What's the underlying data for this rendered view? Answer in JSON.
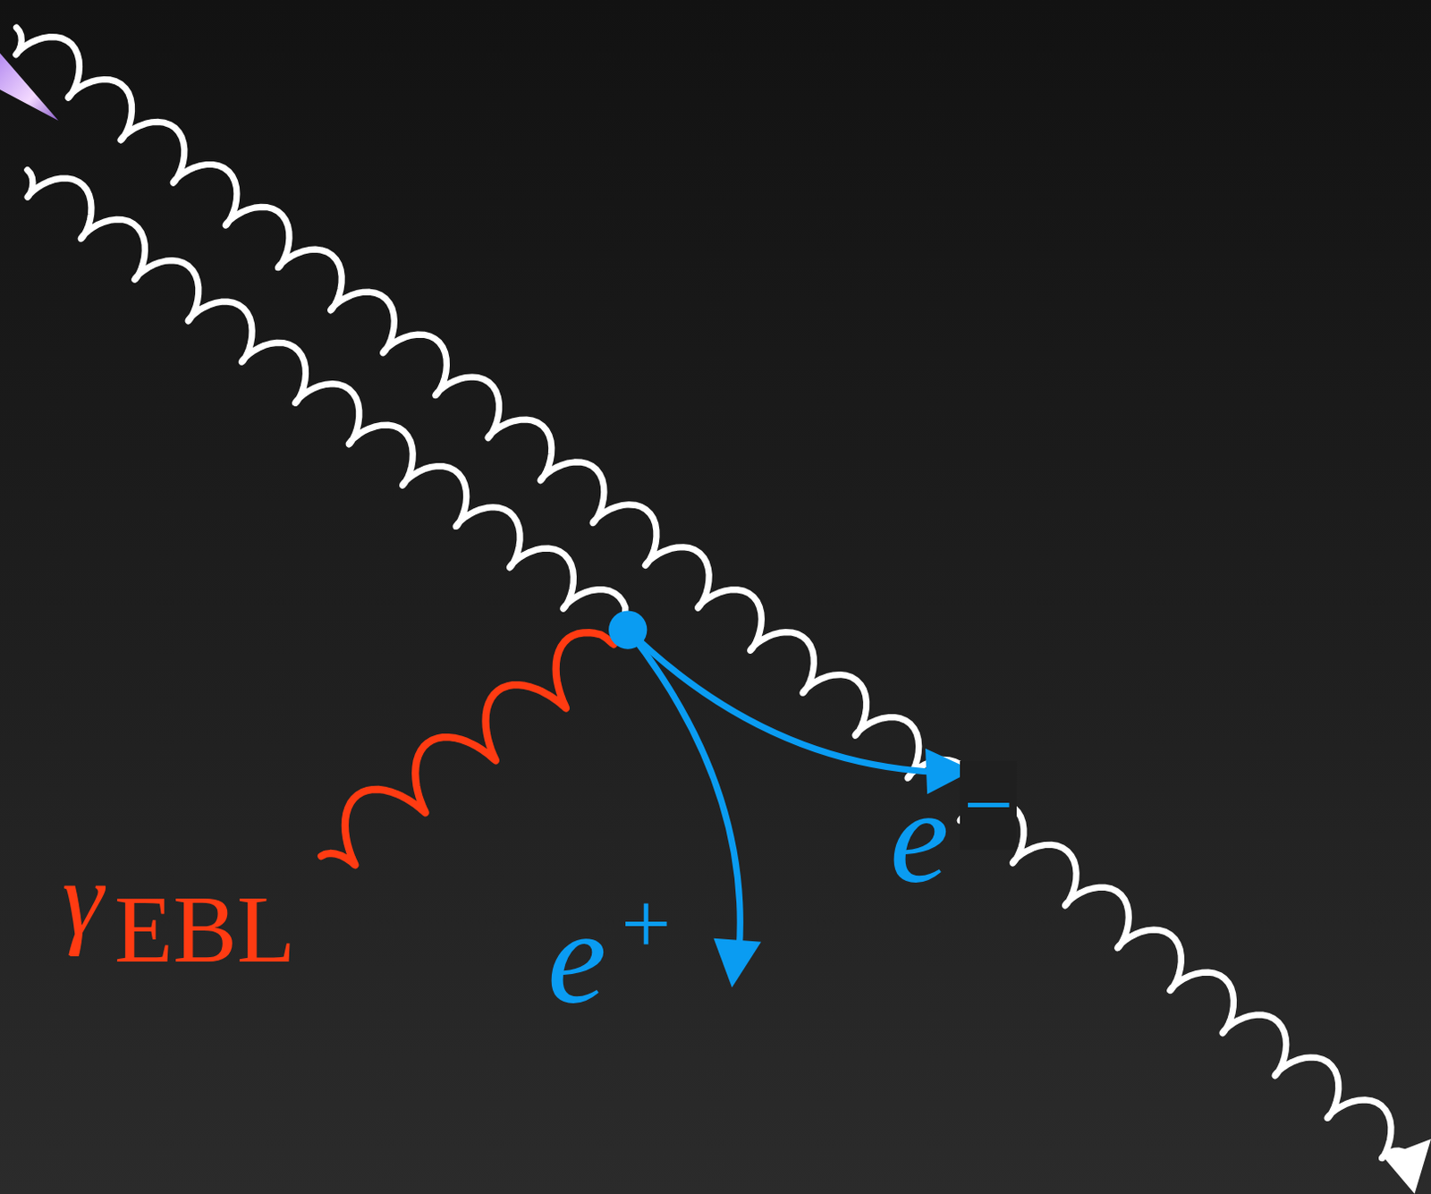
{
  "diagram": {
    "labels": [
      "γ",
      "EBL",
      "e",
      "−",
      "e",
      "+"
    ]
  }
}
